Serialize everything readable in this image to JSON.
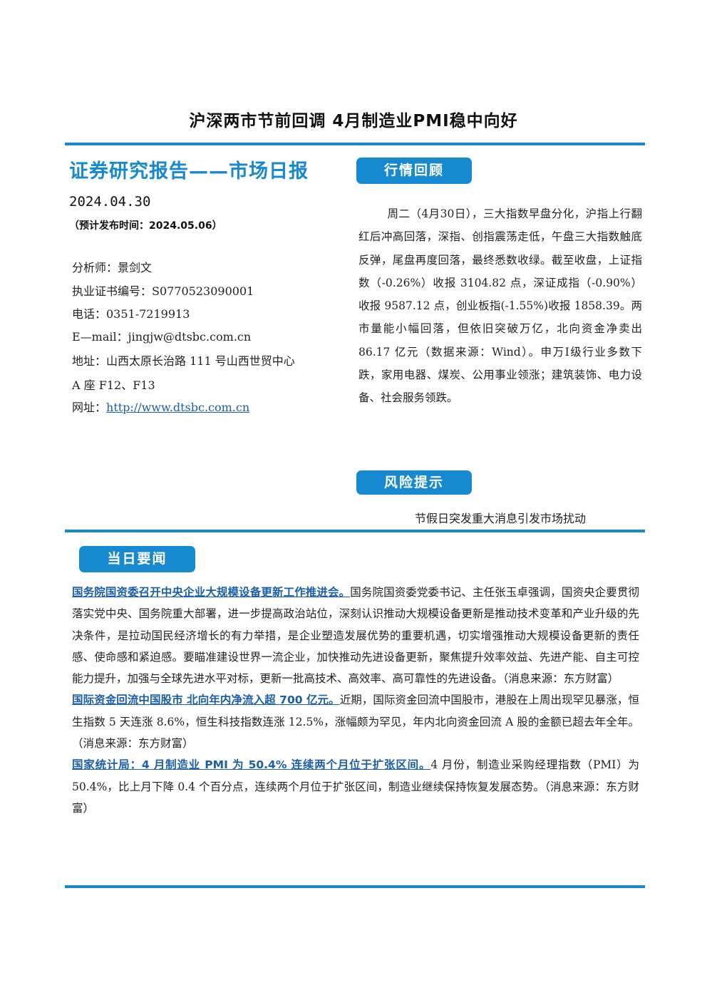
{
  "title": "沪深两市节前回调 4月制造业PMI稳中向好",
  "report_type": "证券研究报告——市场日报",
  "date": "2024.04.30",
  "publish_time": "（预计发布时间：2024.05.06）",
  "analyst": {
    "name": "分析师：景剑文",
    "license": "执业证书编号：S0770523090001",
    "phone": "电话：0351-7219913",
    "email": "E—mail：jingjw@dtsbc.com.cn",
    "address_line1": "地址：山西太原长治路 111 号山西世贸中心",
    "address_line2": "A 座 F12、F13",
    "website_label": "网址：",
    "website": "http://www.dtsbc.com.cn"
  },
  "sections": {
    "review": "行情回顾",
    "risk": "风险提示",
    "news": "当日要闻"
  },
  "review_text": "周二（4月30日），三大指数早盘分化，沪指上行翻红后冲高回落，深指、创指震荡走低，午盘三大指数触底反弹，尾盘再度回落，最终悉数收绿。截至收盘，上证指数（-0.26%）收报 3104.82 点，深证成指（-0.90%）收报 9587.12 点，创业板指(-1.55%)收报 1858.39。两市量能小幅回落，但依旧突破万亿，北向资金净卖出 86.17 亿元（数据来源：Wind）。申万Ⅰ级行业多数下跌，家用电器、煤炭、公用事业领涨；建筑装饰、电力设备、社会服务领跌。",
  "risk_text": "节假日突发重大消息引发市场扰动",
  "news": [
    {
      "headline": "国务院国资委召开中央企业大规模设备更新工作推进会。",
      "body": "国务院国资委党委书记、主任张玉卓强调，国资央企要贯彻落实党中央、国务院重大部署，进一步提高政治站位，深刻认识推动大规模设备更新是推动技术变革和产业升级的先决条件，是拉动国民经济增长的有力举措，是企业塑造发展优势的重要机遇，切实增强推动大规模设备更新的责任感、使命感和紧迫感。要瞄准建设世界一流企业，加快推动先进设备更新，聚焦提升效率效益、先进产能、自主可控能力提升，加强与全球先进水平对标，更新一批高技术、高效率、高可靠性的先进设备。（消息来源：东方财富）"
    },
    {
      "headline": "国际资金回流中国股市 北向年内净流入超 700 亿元。",
      "body": "近期，国际资金回流中国股市，港股在上周出现罕见暴涨，恒生指数 5 天连涨 8.6%，恒生科技指数连涨 12.5%，涨幅颇为罕见，年内北向资金回流 A 股的金额已超去年全年。（消息来源：东方财富）"
    },
    {
      "headline": "国家统计局：4 月制造业 PMI 为 50.4% 连续两个月位于扩张区间。",
      "body": "4 月份，制造业采购经理指数（PMI）为 50.4%，比上月下降 0.4 个百分点，连续两个月位于扩张区间，制造业继续保持恢复发展态势。（消息来源：东方财富）"
    }
  ],
  "colors": {
    "accent": "#1789d0",
    "link": "#1a5fa8"
  }
}
